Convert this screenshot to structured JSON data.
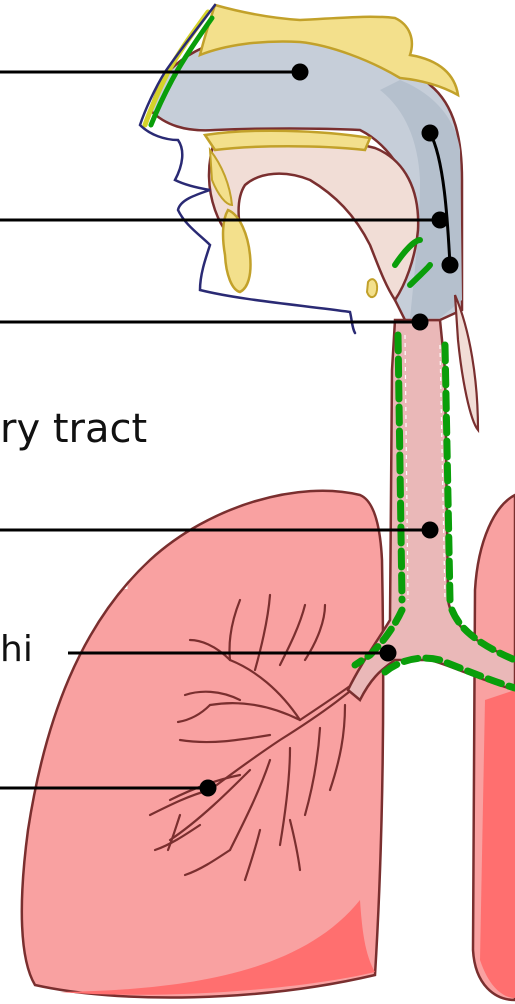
{
  "labels": {
    "tract_fragment": "ry tract",
    "bronchi_fragment": "hi"
  },
  "colors": {
    "outline": "#7a2f2f",
    "nasal_cavity_fill": "#c6ced9",
    "pharynx_shade": "#b5c0cd",
    "bone_fill": "#f3e08c",
    "bone_stroke": "#c2a12a",
    "oral_tissue": "#f1ddd6",
    "mucosa_green": "#0a9e0a",
    "mucosa_yellow": "#d4d22a",
    "lung_fill": "#f9a1a1",
    "lung_edge": "#ff6f6f",
    "trachea_fill": "#eab8b8",
    "face_outline": "#2a2a74",
    "leader_line": "#000000",
    "marker": "#000000"
  },
  "icons": {
    "marker": "black-dot-marker"
  }
}
